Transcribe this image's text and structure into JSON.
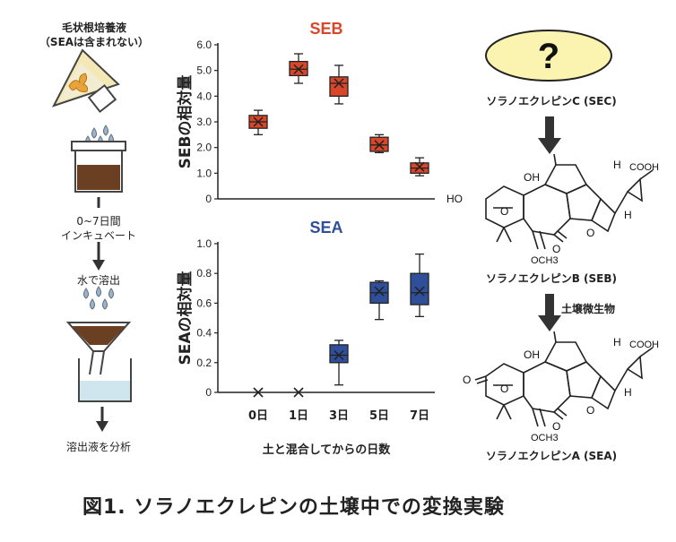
{
  "left": {
    "medium_line1": "毛状根培養液",
    "medium_line2": "（SEAは含まれない）",
    "incubate_line1": "0~7日間",
    "incubate_line2": "インキュベート",
    "elute": "水で溶出",
    "analyze": "溶出液を分析"
  },
  "charts": {
    "seb": {
      "title": "SEB",
      "ylabel": "SEBの相対量",
      "color": "#d9472b"
    },
    "sea": {
      "title": "SEA",
      "ylabel": "SEAの相対量",
      "color": "#2f4f9a"
    },
    "xlabel": "土と混合してからの日数"
  },
  "chart_data": [
    {
      "type": "box",
      "title": "SEB",
      "ylabel": "SEBの相対量",
      "categories": [
        "0日",
        "1日",
        "3日",
        "5日",
        "7日"
      ],
      "ylim": [
        0,
        6.0
      ],
      "yticks": [
        "0",
        "1.0",
        "2.0",
        "3.0",
        "4.0",
        "5.0",
        "6.0"
      ],
      "boxes": [
        {
          "min": 2.5,
          "q1": 2.75,
          "median": 3.0,
          "q3": 3.25,
          "max": 3.45,
          "mean": 3.0
        },
        {
          "min": 4.5,
          "q1": 4.8,
          "median": 5.05,
          "q3": 5.35,
          "max": 5.65,
          "mean": 5.05
        },
        {
          "min": 3.7,
          "q1": 4.0,
          "median": 4.5,
          "q3": 4.75,
          "max": 5.2,
          "mean": 4.5
        },
        {
          "min": 1.8,
          "q1": 1.85,
          "median": 2.1,
          "q3": 2.4,
          "max": 2.5,
          "mean": 2.1
        },
        {
          "min": 0.9,
          "q1": 1.0,
          "median": 1.2,
          "q3": 1.4,
          "max": 1.6,
          "mean": 1.25
        }
      ]
    },
    {
      "type": "box",
      "title": "SEA",
      "ylabel": "SEAの相対量",
      "xlabel": "土と混合してからの日数",
      "categories": [
        "0日",
        "1日",
        "3日",
        "5日",
        "7日"
      ],
      "ylim": [
        0,
        1.0
      ],
      "yticks": [
        "0",
        "0.2",
        "0.4",
        "0.6",
        "0.8",
        "1.0"
      ],
      "boxes": [
        {
          "marker_only": true,
          "value": 0
        },
        {
          "marker_only": true,
          "value": 0
        },
        {
          "min": 0.05,
          "q1": 0.2,
          "median": 0.25,
          "q3": 0.32,
          "max": 0.35,
          "mean": 0.25
        },
        {
          "min": 0.49,
          "q1": 0.6,
          "median": 0.67,
          "q3": 0.74,
          "max": 0.75,
          "mean": 0.68
        },
        {
          "min": 0.51,
          "q1": 0.59,
          "median": 0.67,
          "q3": 0.8,
          "max": 0.93,
          "mean": 0.68
        }
      ]
    }
  ],
  "right": {
    "question": "?",
    "sec_label": "ソラノエクレピンC (SEC)",
    "seb_label": "ソラノエクレピンB (SEB)",
    "sea_label": "ソラノエクレピンA (SEA)",
    "microbe": "土壌微生物",
    "chem": {
      "cooh": "COOH",
      "h": "H",
      "ho": "HO",
      "oh": "OH",
      "o": "O",
      "och3": "OCH3"
    }
  },
  "caption": "図1. ソラノエクレピンの土壌中での変換実験"
}
